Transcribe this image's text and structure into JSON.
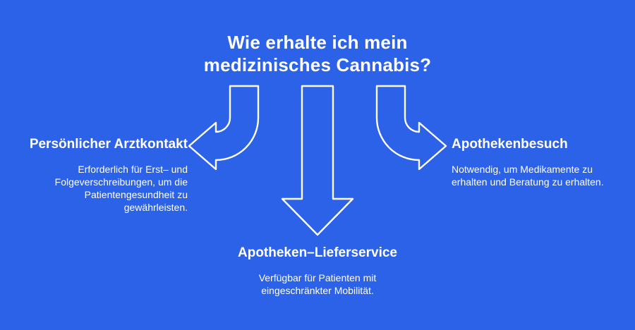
{
  "colors": {
    "background": "#2B62E8",
    "text": "#FFFFFF",
    "arrow_outline": "#FFFFFF"
  },
  "title": {
    "line1": "Wie erhalte ich mein",
    "line2": "medizinisches Cannabis?"
  },
  "branches": {
    "left": {
      "heading": "Persönlicher Arztkontakt",
      "description": "Erforderlich für Erst– und Folgeverschreibungen, um die Patientengesundheit zu gewährleisten."
    },
    "bottom": {
      "heading": "Apotheken–Lieferservice",
      "description": "Verfügbar für Patienten mit eingeschränkter Mobilität."
    },
    "right": {
      "heading": "Apothekenbesuch",
      "description": "Notwendig, um Medikamente zu erhalten und Beratung zu erhalten."
    }
  }
}
